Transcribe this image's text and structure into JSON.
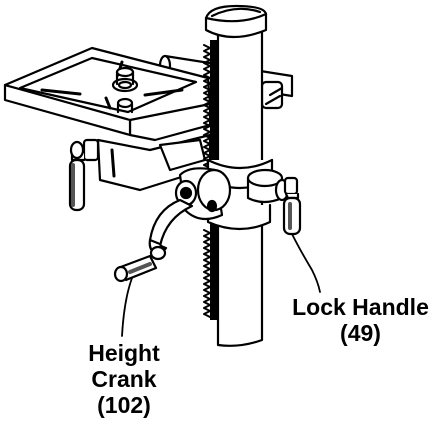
{
  "callouts": {
    "lock_handle": {
      "name": "Lock Handle",
      "ref": "(49)"
    },
    "height_crank": {
      "line1": "Height",
      "line2": "Crank",
      "ref": "(102)"
    }
  },
  "colors": {
    "ink": "#000000",
    "paper": "#ffffff",
    "shade": "#555555"
  }
}
